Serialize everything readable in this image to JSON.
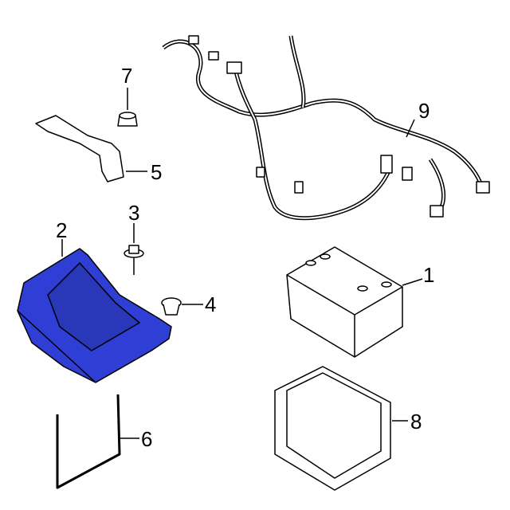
{
  "diagram": {
    "highlight_color": "#2f3fd6",
    "line_color": "#000000",
    "callouts": [
      {
        "id": "1",
        "label": "1",
        "part": "battery"
      },
      {
        "id": "2",
        "label": "2",
        "part": "battery-tray"
      },
      {
        "id": "3",
        "label": "3",
        "part": "bolt"
      },
      {
        "id": "4",
        "label": "4",
        "part": "grommet"
      },
      {
        "id": "5",
        "label": "5",
        "part": "bracket"
      },
      {
        "id": "6",
        "label": "6",
        "part": "hold-down-rod"
      },
      {
        "id": "7",
        "label": "7",
        "part": "nut"
      },
      {
        "id": "8",
        "label": "8",
        "part": "battery-box"
      },
      {
        "id": "9",
        "label": "9",
        "part": "wiring-harness"
      }
    ]
  }
}
